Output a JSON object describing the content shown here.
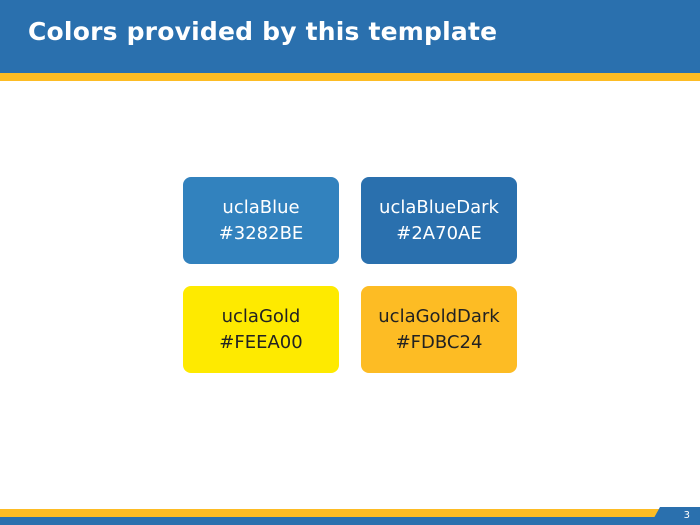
{
  "slide": {
    "title": "Colors provided by this template",
    "page_number": "3"
  },
  "swatches": [
    {
      "name": "uclaBlue",
      "hex": "#3282BE"
    },
    {
      "name": "uclaBlueDark",
      "hex": "#2A70AE"
    },
    {
      "name": "uclaGold",
      "hex": "#FEEA00"
    },
    {
      "name": "uclaGoldDark",
      "hex": "#FDBC24"
    }
  ],
  "colors": {
    "header_blue": "#2A70AE",
    "accent_gold": "#FDBC24",
    "background": "#FFFFFF"
  }
}
